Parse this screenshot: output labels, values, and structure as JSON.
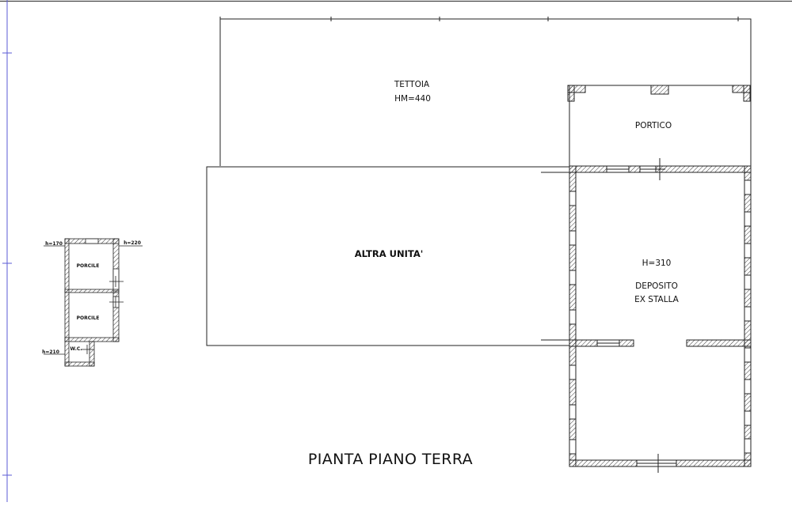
{
  "drawing": {
    "title": "PIANTA PIANO TERRA",
    "rooms": {
      "tettoia": "TETTOIA",
      "tettoia_height": "HM=440",
      "portico": "PORTICO",
      "altra_unita": "ALTRA UNITA'",
      "deposito_height": "H=310",
      "deposito": "DEPOSITO",
      "ex_stalla": "EX STALLA"
    },
    "annex": {
      "porcile_1": "PORCILE",
      "porcile_2": "PORCILE",
      "wc": "W.C.",
      "height_left": "h=170",
      "height_right": "h=220",
      "height_wc": "h=210"
    }
  },
  "colors": {
    "background": "#ffffff",
    "lines": "#1a1a1a",
    "frame_rule": "#5b5bd6"
  }
}
